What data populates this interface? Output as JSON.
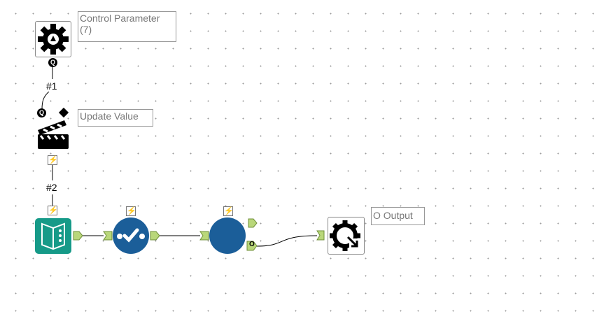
{
  "annotations": {
    "control_parameter": "Control Parameter (7)",
    "update_value": "Update Value",
    "output": "O Output"
  },
  "connections": {
    "c1": "#1",
    "c2": "#2"
  },
  "anchors": {
    "question": "Q",
    "lightning": "⚡",
    "output_o": "O"
  },
  "colors": {
    "anchor": "#b9d77a",
    "blue_tool": "#1b5e99",
    "teal_tool": "#169a88"
  }
}
